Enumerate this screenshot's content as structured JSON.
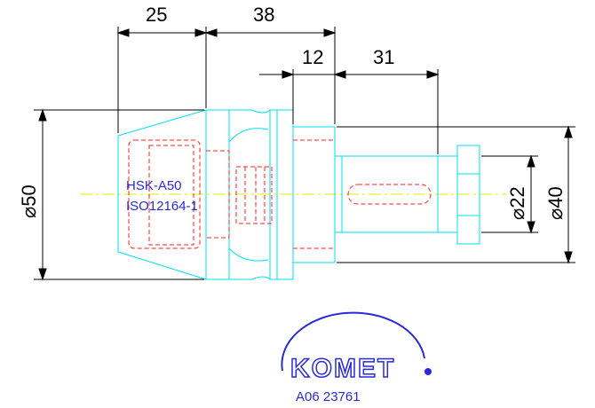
{
  "drawing": {
    "dimensions": {
      "length_a": "25",
      "length_b": "38",
      "length_c": "12",
      "length_d": "31",
      "dia_flange": "⌀50",
      "dia_shank": "⌀40",
      "dia_tip": "⌀22"
    },
    "standard": {
      "line1": "HSK-A50",
      "line2": "ISO12164-1"
    },
    "logo": {
      "brand": "KOMET"
    },
    "part_number": "A06 23761",
    "colors": {
      "outline": "#00e0f0",
      "hidden": "#ff2020",
      "centerline": "#e8e800",
      "dimension": "#000000",
      "brand": "#2a2ad8"
    }
  }
}
